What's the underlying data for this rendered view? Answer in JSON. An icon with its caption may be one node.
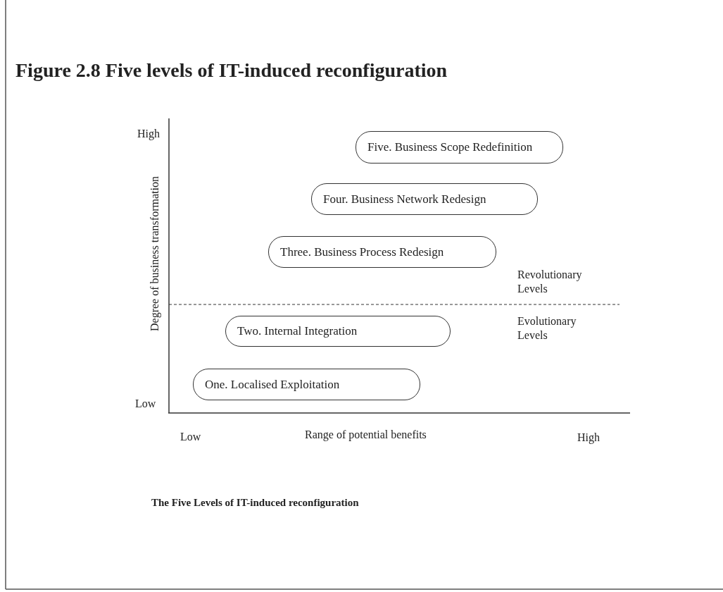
{
  "diagram": {
    "title": "Figure 2.8 Five levels of IT-induced reconfiguration",
    "caption": "The Five Levels of IT-induced reconfiguration",
    "nodes": [
      {
        "text": [
          "Five. Business Scope Redefinition"
        ]
      },
      {
        "text": [
          "Four. Business Network Redesign"
        ]
      },
      {
        "text": [
          "Three. Business Process Redesign"
        ]
      },
      {
        "text": [
          "Two. Internal Integration"
        ]
      },
      {
        "text": [
          "One. Localised Exploitation"
        ]
      }
    ],
    "labels": [
      "High",
      "Degree of business transformation",
      "Revolutionary Levels",
      "Evolutionary Levels",
      "Low",
      "Low",
      "Range of potential benefits",
      "High"
    ]
  }
}
